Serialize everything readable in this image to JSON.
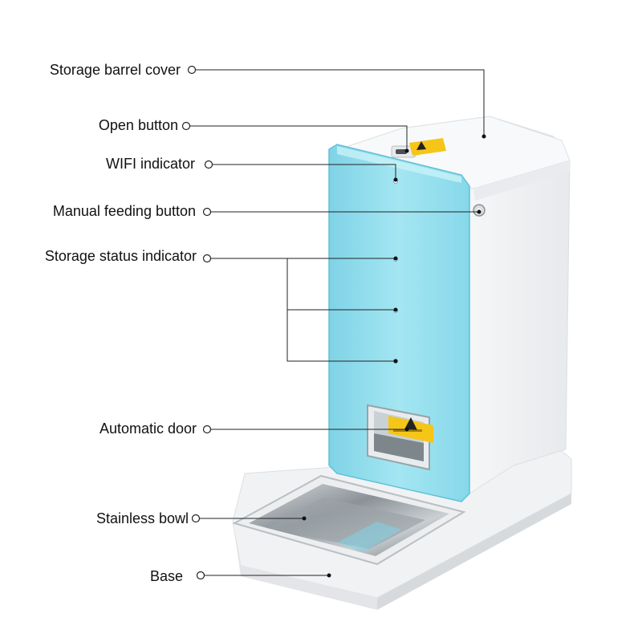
{
  "labels": {
    "storage_barrel_cover": "Storage barrel cover",
    "open_button": "Open button",
    "wifi_indicator": "WIFI indicator",
    "manual_feeding_button": "Manual feeding button",
    "storage_status_indicator": "Storage status indicator",
    "automatic_door": "Automatic door",
    "stainless_bowl": "Stainless bowl",
    "base": "Base"
  },
  "colors": {
    "front_panel": "#8fdcec",
    "body": "#f4f5f7",
    "warning_label": "#f5c518",
    "leader_line": "#222222"
  }
}
